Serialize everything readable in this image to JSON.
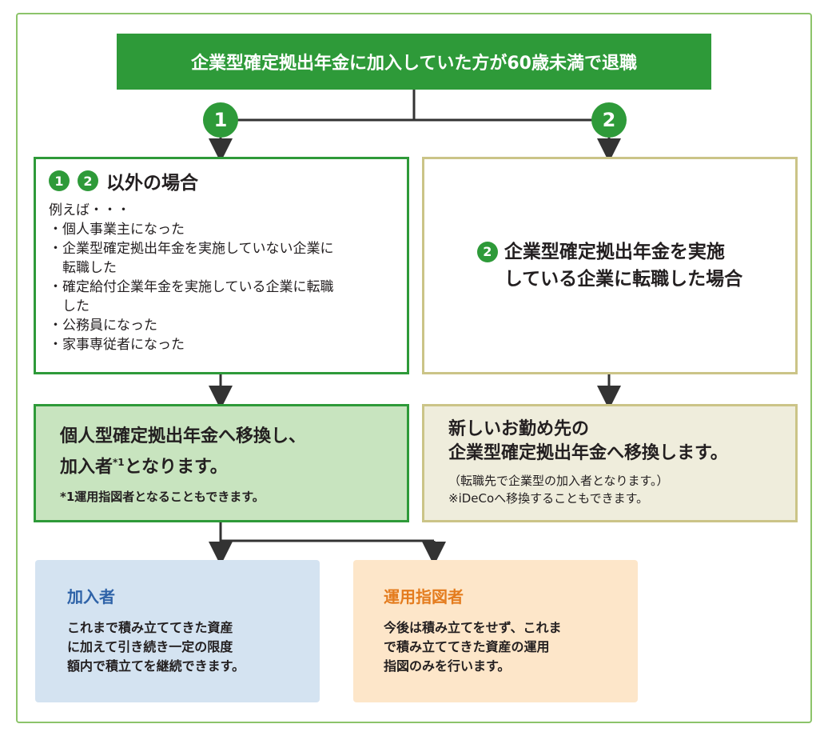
{
  "top_banner": "企業型確定拠出年金に加入していた方が60歳未満で退職",
  "branch_1_label": "1",
  "branch_2_label": "2",
  "case1": {
    "badge_1": "1",
    "badge_2": "2",
    "heading": "以外の場合",
    "lines": [
      "例えば・・・",
      "・個人事業主になった",
      "・企業型確定拠出年金を実施していない企業に",
      "　転職した",
      "・確定給付企業年金を実施している企業に転職",
      "　した",
      "・公務員になった",
      "・家事専従者になった"
    ]
  },
  "case2": {
    "badge": "2",
    "heading_line1": "企業型確定拠出年金を実施",
    "heading_line2": "している企業に転職した場合"
  },
  "result1": {
    "line1": "個人型確定拠出年金へ移換し、",
    "line2_a": "加入者",
    "line2_sup": "*1",
    "line2_b": "となります。",
    "note": "*1運用指図者となることもできます。"
  },
  "result2": {
    "line1": "新しいお勤め先の",
    "line2": "企業型確定拠出年金へ移換します。",
    "note1": "（転職先で企業型の加入者となります。）",
    "note2": "※iDeCoへ移換することもできます。"
  },
  "role_participant": {
    "title": "加入者",
    "lines": [
      "これまで積み立ててきた資産",
      "に加えて引き続き一定の限度",
      "額内で積立てを継続できます。"
    ]
  },
  "role_instructor": {
    "title": "運用指図者",
    "lines": [
      "今後は積み立てをせず、これま",
      "で積み立ててきた資産の運用",
      "指図のみを行います。"
    ]
  },
  "colors": {
    "green": "#2e9a39",
    "light_green": "#c8e4bf",
    "olive_border": "#cbc487",
    "beige": "#efeddc",
    "blue_bg": "#d4e3f1",
    "blue_title": "#2f63a8",
    "orange_bg": "#fde6c9",
    "orange_title": "#e47c1e"
  }
}
